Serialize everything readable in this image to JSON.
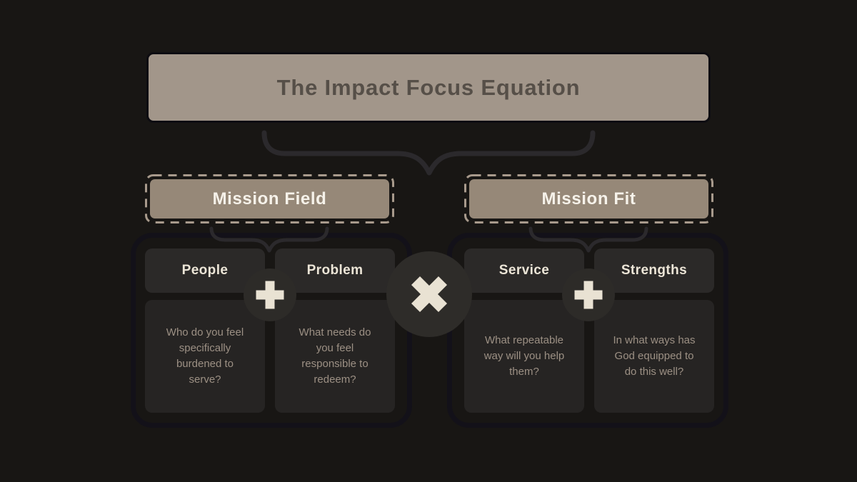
{
  "title": {
    "label": "The Impact Focus Equation"
  },
  "equation": {
    "group_operator": "multiply",
    "groups": [
      {
        "name": "Mission Field",
        "operator": "plus",
        "factors": [
          {
            "label": "People",
            "question": "Who do you feel specifically burdened to serve?"
          },
          {
            "label": "Problem",
            "question": "What needs do you feel responsible to redeem?"
          }
        ]
      },
      {
        "name": "Mission Fit",
        "operator": "plus",
        "factors": [
          {
            "label": "Service",
            "question": "What repeatable way will you help them?"
          },
          {
            "label": "Strengths",
            "question": "In what ways has God equipped to do this well?"
          }
        ]
      }
    ]
  },
  "icons": {
    "plus": "plus-icon",
    "multiply": "multiply-icon"
  },
  "colors": {
    "background": "#181614",
    "title_box_fill": "#a2968a",
    "title_text": "#564f48",
    "mission_box_fill": "#968878",
    "mission_text": "#f6f2ea",
    "mission_dash": "#a89a8c",
    "factor_box_fill": "#2b2928",
    "factor_text": "#ece5d7",
    "question_box_fill": "#262423",
    "question_text": "#9c9084",
    "operator_circle_fill": "#2d2b28",
    "operator_glyph": "#e9e2d3",
    "brace_line": "#2b292c",
    "group_outline": "#131119"
  }
}
